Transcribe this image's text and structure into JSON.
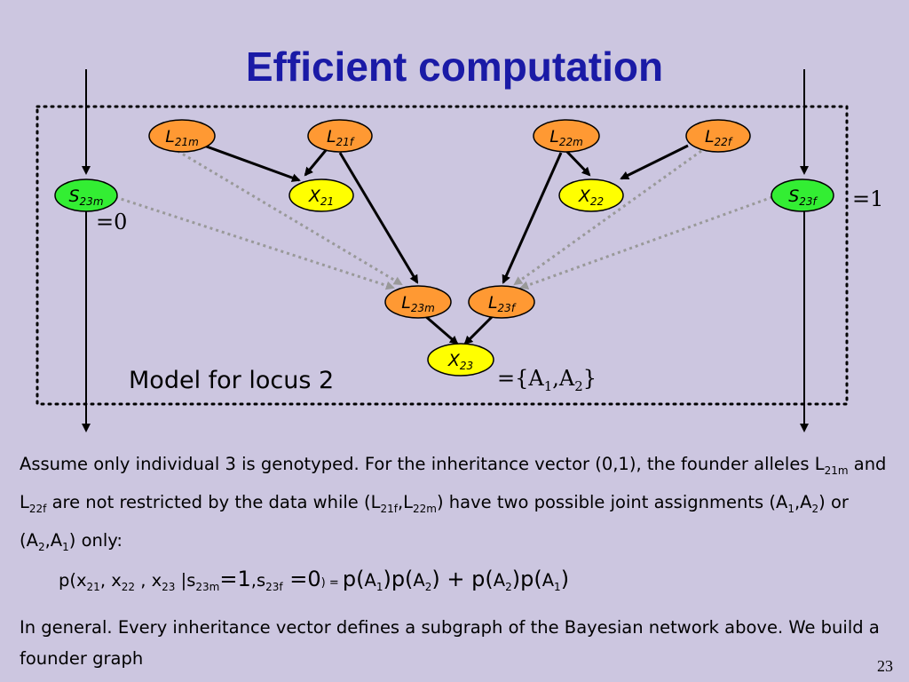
{
  "title": "Efficient computation",
  "nodes": {
    "L21m": {
      "main": "L",
      "sub": "21m"
    },
    "L21f": {
      "main": "L",
      "sub": "21f"
    },
    "L22m": {
      "main": "L",
      "sub": "22m"
    },
    "L22f": {
      "main": "L",
      "sub": "22f"
    },
    "X21": {
      "main": "X",
      "sub": "21"
    },
    "X22": {
      "main": "X",
      "sub": "22"
    },
    "S23m": {
      "main": "S",
      "sub": "23m"
    },
    "S23f": {
      "main": "S",
      "sub": "23f"
    },
    "L23m": {
      "main": "L",
      "sub": "23m"
    },
    "L23f": {
      "main": "L",
      "sub": "23f"
    },
    "X23": {
      "main": "X",
      "sub": "23"
    }
  },
  "annotations": {
    "s23m_value": "=0",
    "s23f_value": "=1",
    "x23_value_prefix": "={A",
    "x23_sub1": "1",
    "x23_mid": ",A",
    "x23_sub2": "2",
    "x23_suffix": "}"
  },
  "model_label": "Model for locus 2",
  "paragraph1": {
    "t1": "Assume only individual 3 is genotyped. For the inheritance vector (0,1), the founder alleles L",
    "s1": "21m",
    "t2": " and L",
    "s2": "22f",
    "t3": " are not restricted by the data while (L",
    "s3": "21f",
    "t4": ",L",
    "s4": "22m",
    "t5": ") have two possible joint assignments (A",
    "s5": "1",
    "t6": ",A",
    "s6": "2",
    "t7": ") or (A",
    "s7": "2",
    "t8": ",A",
    "s8": "1",
    "t9": ") only:"
  },
  "formula": {
    "f1": "p(x",
    "fs1": "21",
    "f2": ", x",
    "fs2": "22",
    "f3": " , x",
    "fs3": "23",
    "f4": " |s",
    "fs4": "23m",
    "f5": "=1",
    "f6": ",s",
    "fs6": "23f",
    "f7": " =0",
    "f8": ") = ",
    "f9": "p(",
    "f10": "A",
    "fs10": "1",
    "f11": ")p(",
    "f12": "A",
    "fs12": "2",
    "f13": ") + ",
    "f14": "p(",
    "f15": "A",
    "fs15": "2",
    "f16": ")p(",
    "f17": "A",
    "fs17": "1",
    "f18": ")"
  },
  "paragraph2": "In general.  Every inheritance vector defines a subgraph of the Bayesian network above.  We build a founder graph",
  "page_number": "23",
  "colors": {
    "background": "#ccc6e0",
    "title": "#1a1aa6",
    "orange_node": "#ff9933",
    "yellow_node": "#ffff00",
    "green_node": "#33ee33",
    "gray_edge": "#999999"
  }
}
